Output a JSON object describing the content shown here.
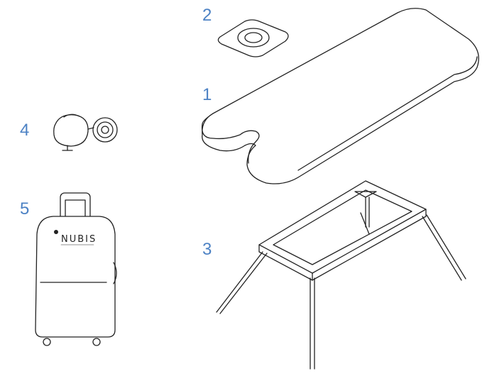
{
  "callouts": {
    "table_top": "1",
    "face_cushion": "2",
    "table_frame": "3",
    "cable_reel": "4",
    "carry_case": "5"
  },
  "case_logo": "NUBIS",
  "colors": {
    "callout": "#4d82c4",
    "line": "#222222"
  }
}
